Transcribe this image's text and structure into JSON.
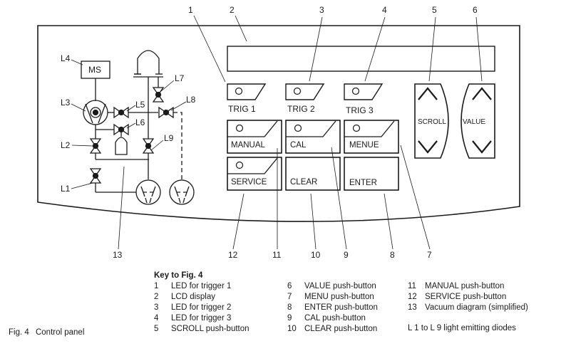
{
  "figure": {
    "caption_number": "Fig. 4",
    "caption_text": "Control panel"
  },
  "panel": {
    "lcd_display": "",
    "trigger_buttons": [
      {
        "label": "TRIG 1"
      },
      {
        "label": "TRIG 2"
      },
      {
        "label": "TRIG 3"
      }
    ],
    "buttons": {
      "manual": "MANUAL",
      "cal": "CAL",
      "menue": "MENUE",
      "service": "SERVICE",
      "clear": "CLEAR",
      "enter": "ENTER",
      "scroll": "SCROLL",
      "value": "VALUE"
    },
    "vacuum_diagram": {
      "ms_box": "MS",
      "leds": [
        "L1",
        "L2",
        "L3",
        "L4",
        "L5",
        "L6",
        "L7",
        "L8",
        "L9"
      ]
    }
  },
  "callouts": [
    "1",
    "2",
    "3",
    "4",
    "5",
    "6",
    "7",
    "8",
    "9",
    "10",
    "11",
    "12",
    "13"
  ],
  "key": {
    "title": "Key to Fig. 4",
    "items": [
      {
        "num": "1",
        "text": "LED for trigger 1"
      },
      {
        "num": "2",
        "text": "LCD display"
      },
      {
        "num": "3",
        "text": "LED for trigger 2"
      },
      {
        "num": "4",
        "text": "LED for trigger 3"
      },
      {
        "num": "5",
        "text": "SCROLL push-button"
      },
      {
        "num": "6",
        "text": "VALUE push-button"
      },
      {
        "num": "7",
        "text": "MENU push-button"
      },
      {
        "num": "8",
        "text": "ENTER push-button"
      },
      {
        "num": "9",
        "text": "CAL push-button"
      },
      {
        "num": "10",
        "text": "CLEAR push-button"
      },
      {
        "num": "11",
        "text": "MANUAL push-button"
      },
      {
        "num": "12",
        "text": "SERVICE push-button"
      },
      {
        "num": "13",
        "text": "Vacuum diagram (simplified)"
      }
    ],
    "note": "L 1 to L 9 light emitting diodes"
  }
}
